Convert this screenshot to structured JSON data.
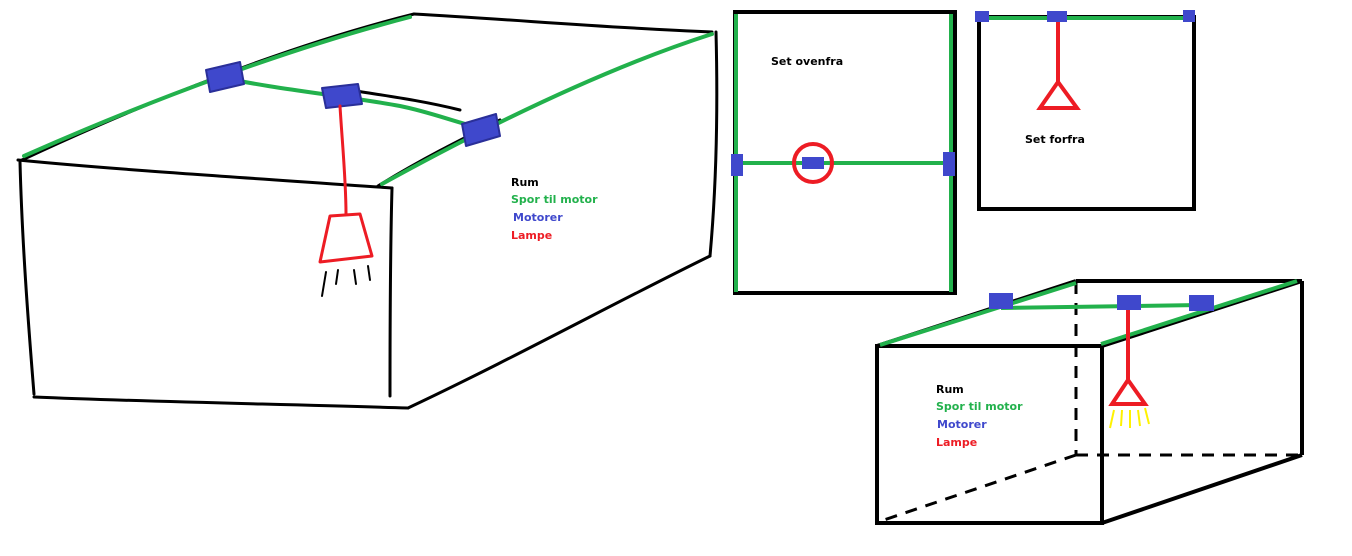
{
  "colors": {
    "outline": "#000000",
    "track": "#22b14c",
    "motor": "#3f48cc",
    "lamp": "#ed1c24",
    "light": "#fff200"
  },
  "sketch": {
    "legend": [
      "Rum",
      "Spor til motor",
      "Motorer",
      "Lampe"
    ]
  },
  "top_view": {
    "title": "Set ovenfra"
  },
  "front_view": {
    "title": "Set forfra"
  },
  "box_view": {
    "legend": [
      "Rum",
      "Spor til motor",
      "Motorer",
      "Lampe"
    ]
  }
}
